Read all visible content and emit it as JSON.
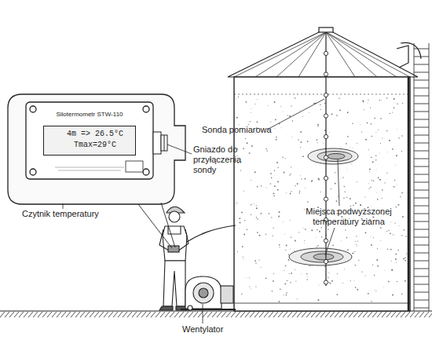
{
  "diagram": {
    "nodes": [
      {
        "text": [
          "Silotermometr STW-110"
        ]
      },
      {
        "text": [
          "4m => 26.5°C",
          "Tmax=29°C"
        ],
        "in": 0
      }
    ],
    "labels": [
      "Sonda pomiarowa",
      "Gniazdo do przyłączenia sondy",
      "Czytnik temperatury",
      "Miejsca podwyższonej temperatury ziarna",
      "Wentylator"
    ]
  }
}
